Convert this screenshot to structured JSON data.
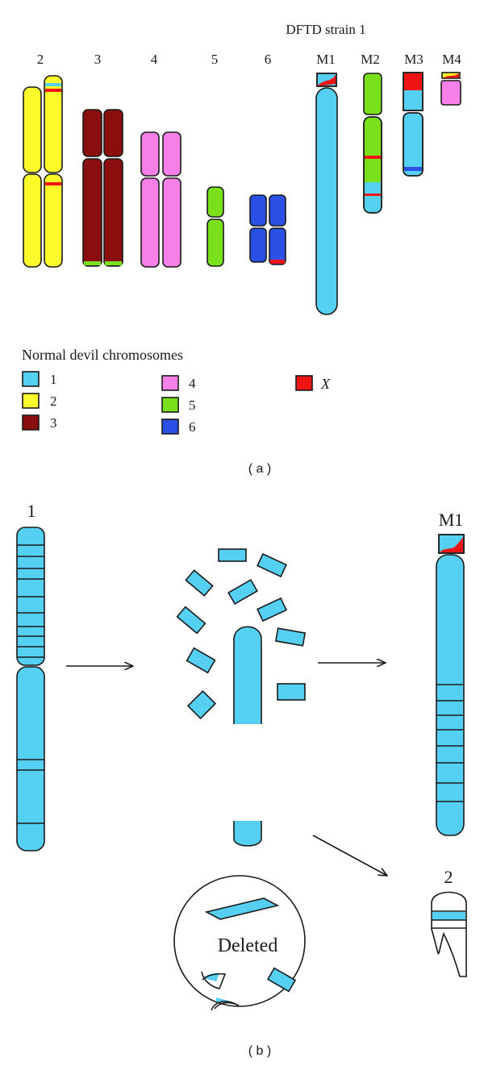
{
  "colors": {
    "chr1": "#55d0f3",
    "chr2": "#fbfb2c",
    "chr3": "#8a0e0e",
    "chr4": "#f77fe8",
    "chr5": "#7ae01c",
    "chr6": "#2a50e6",
    "X": "#f01414"
  },
  "panel_a": {
    "title": "DFTD strain 1",
    "chromosome_labels": [
      "2",
      "3",
      "4",
      "5",
      "6",
      "M1",
      "M2",
      "M3",
      "M4"
    ],
    "legend_title": "Normal devil chromosomes",
    "legend": [
      {
        "label": "1",
        "color_key": "chr1"
      },
      {
        "label": "2",
        "color_key": "chr2"
      },
      {
        "label": "3",
        "color_key": "chr3"
      },
      {
        "label": "4",
        "color_key": "chr4"
      },
      {
        "label": "5",
        "color_key": "chr5"
      },
      {
        "label": "6",
        "color_key": "chr6"
      },
      {
        "label": "X",
        "color_key": "X"
      }
    ],
    "caption": "( a )"
  },
  "panel_b": {
    "label_source": "1",
    "label_result_1": "M1",
    "label_result_2": "2",
    "deleted_label": "Deleted",
    "caption": "( b )"
  }
}
